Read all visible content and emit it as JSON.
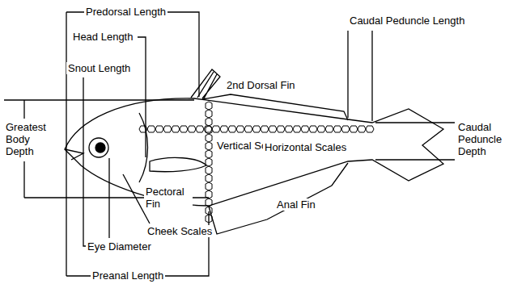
{
  "diagram": {
    "labels": [
      "Predorsal Length",
      "Head Length",
      "Snout Length",
      "Greatest Body Depth",
      "Eye Diameter",
      "Cheek Scales",
      "Pectoral Fin",
      "Preanal Length",
      "2nd Dorsal Fin",
      "Vertical Scales",
      "Horizontal Scales",
      "Anal Fin",
      "Caudal Peduncle Length",
      "Caudal Peduncle Depth"
    ]
  }
}
